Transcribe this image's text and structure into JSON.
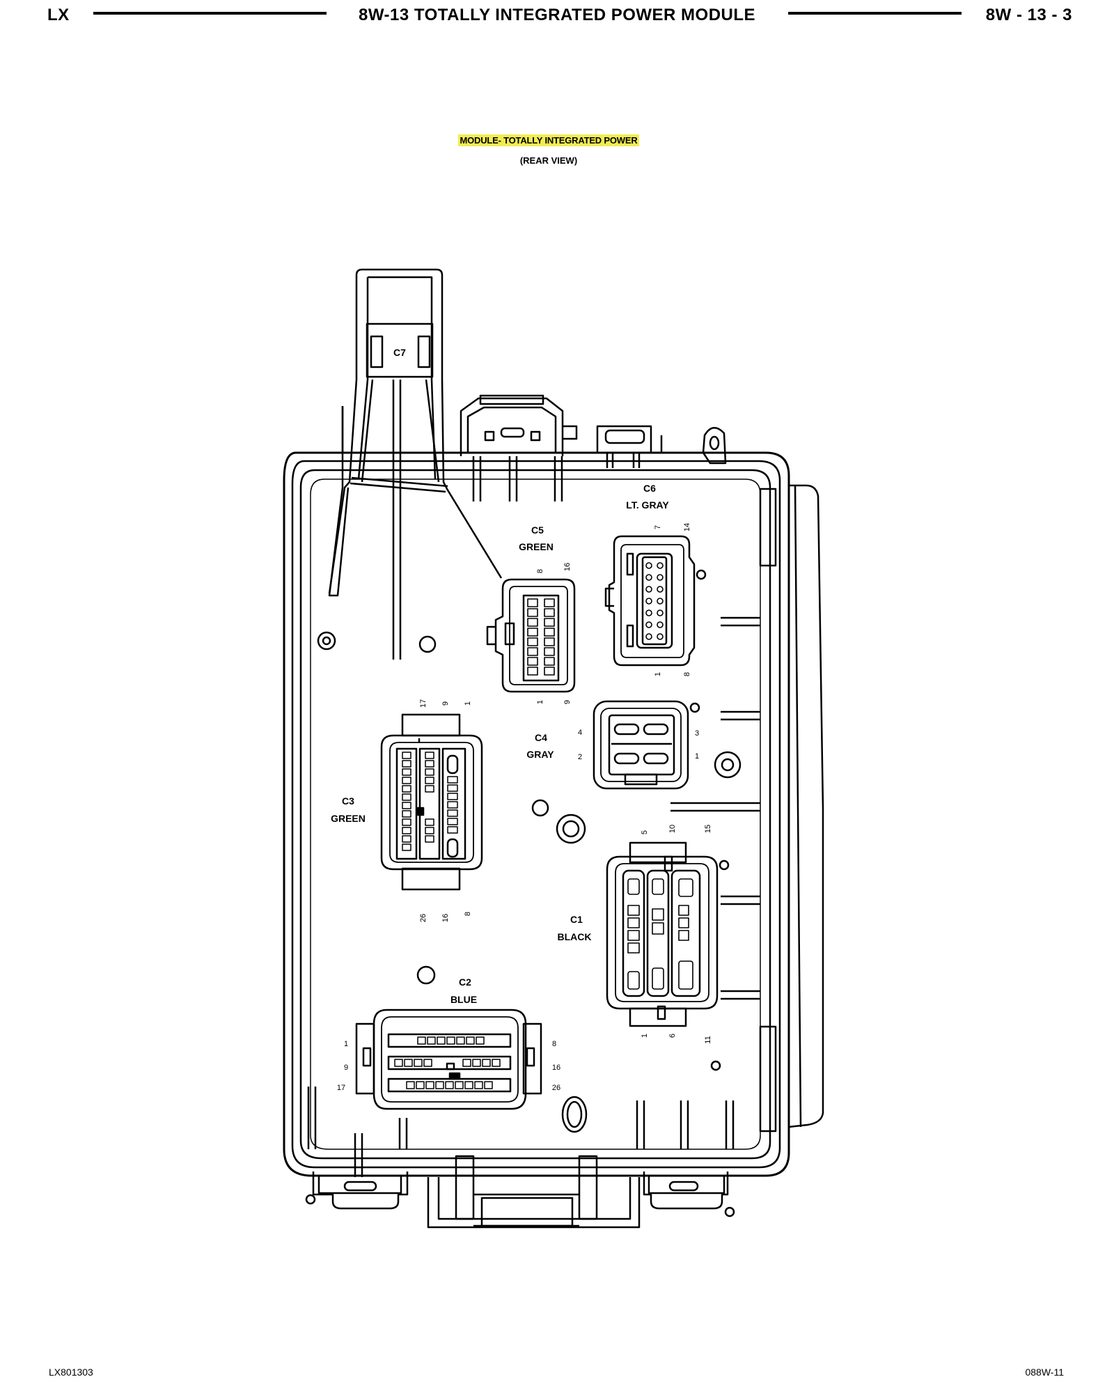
{
  "header": {
    "left": "LX",
    "center": "8W-13 TOTALLY INTEGRATED POWER MODULE",
    "right": "8W - 13 - 3"
  },
  "title": {
    "main": "MODULE- TOTALLY INTEGRATED POWER",
    "sub": "(REAR VIEW)"
  },
  "footer": {
    "left": "LX801303",
    "right": "088W-11"
  },
  "colors": {
    "highlight": "#f1ec52",
    "line": "#000000"
  },
  "connectors": {
    "c7": {
      "name": "C7"
    },
    "c6": {
      "name": "C6",
      "color": "LT. GRAY",
      "pins": {
        "p7": "7",
        "p14": "14",
        "p1": "1",
        "p8": "8"
      }
    },
    "c5": {
      "name": "C5",
      "color": "GREEN",
      "pins": {
        "p8": "8",
        "p16": "16",
        "p1": "1",
        "p9": "9"
      }
    },
    "c4": {
      "name": "C4",
      "color": "GRAY",
      "pins": {
        "p4": "4",
        "p2": "2",
        "p3": "3",
        "p1": "1"
      }
    },
    "c3": {
      "name": "C3",
      "color": "GREEN",
      "pins": {
        "p17": "17",
        "p9": "9",
        "p1": "1",
        "p26": "26",
        "p16": "16",
        "p8": "8"
      }
    },
    "c1": {
      "name": "C1",
      "color": "BLACK",
      "pins": {
        "p5": "5",
        "p10": "10",
        "p15": "15",
        "p1": "1",
        "p6": "6",
        "p11": "11"
      }
    },
    "c2": {
      "name": "C2",
      "color": "BLUE",
      "pins": {
        "p1": "1",
        "p9": "9",
        "p17": "17",
        "p8": "8",
        "p16": "16",
        "p26": "26"
      }
    }
  }
}
